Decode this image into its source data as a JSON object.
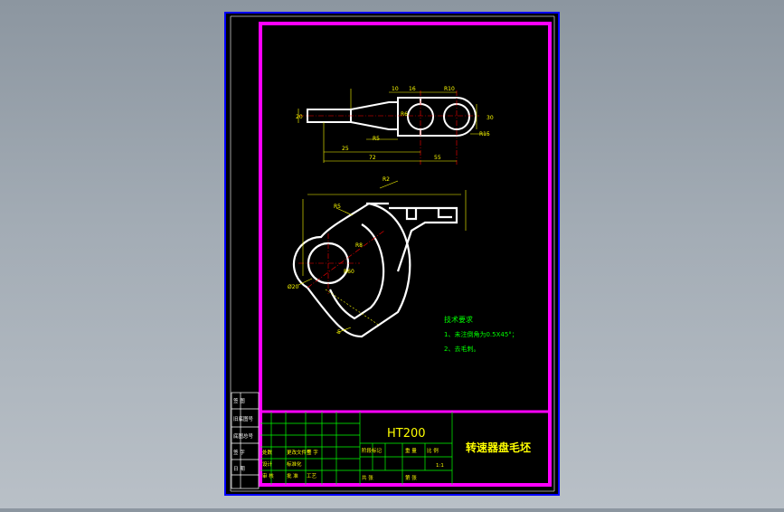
{
  "drawing": {
    "material": "HT200",
    "part_name": "转速器盘毛坯",
    "scale": "1:1"
  },
  "technical_requirements": {
    "title": "技术要求",
    "lines": [
      "1、未注倒角为0.5X45°；",
      "2、去毛刺。"
    ]
  },
  "dimensions": {
    "top_view": [
      "10",
      "16",
      "R10",
      "R6",
      "R5",
      "R15",
      "30",
      "72",
      "55",
      "20",
      "25"
    ],
    "front_view": [
      "R2",
      "R5",
      "R8",
      "R60",
      "Ø20",
      "5"
    ]
  },
  "title_block": {
    "left_column": [
      "签 图",
      "旧底图号",
      "底图总号",
      "签 字",
      "日 期"
    ],
    "row_labels": [
      "处数",
      "更改文件号",
      "签 字",
      "设计",
      "标准化",
      "审 核",
      "批 准",
      "工艺"
    ],
    "mid_labels": [
      "阶段标记",
      "重 量",
      "比 例",
      "共 张",
      "第 张"
    ]
  },
  "colors": {
    "paper": "#000000",
    "outer_frame": "#0000ff",
    "inner_frame": "#ff00ff",
    "part_outline": "#ffffff",
    "dimension": "#ffff00",
    "centerline": "#ff0000",
    "notes": "#00ff00",
    "title_grid": "#00ff00"
  }
}
